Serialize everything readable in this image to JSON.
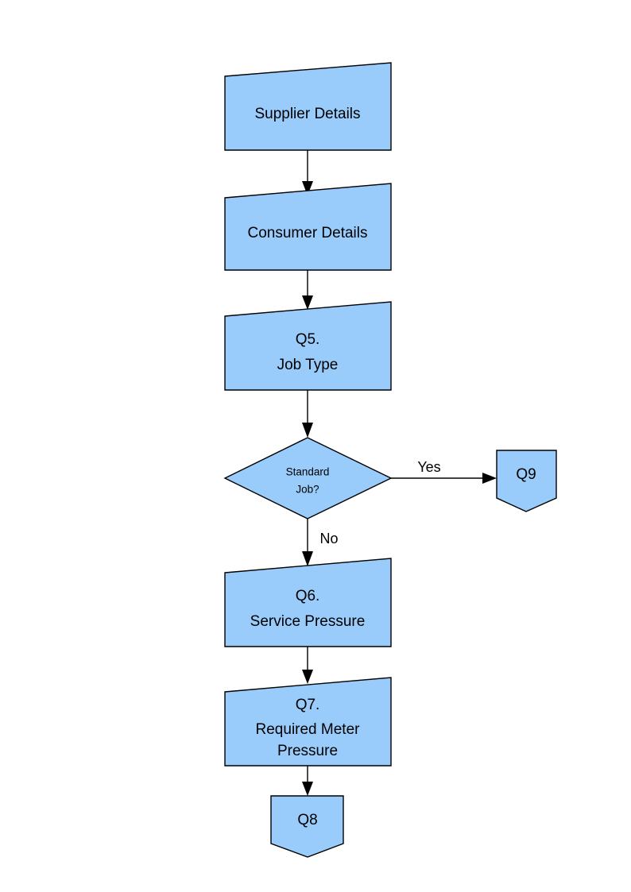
{
  "diagram": {
    "type": "flowchart",
    "title": "",
    "orientation": "vertical",
    "fill_color": "#99CCFB",
    "stroke_color": "#000000",
    "background_color": "#FFFFFF",
    "nodes": [
      {
        "id": "supplier-details",
        "shape": "manual-input",
        "lines": [
          "Supplier Details"
        ],
        "line1": "Supplier Details"
      },
      {
        "id": "consumer-details",
        "shape": "manual-input",
        "lines": [
          "Consumer Details"
        ],
        "line1": "Consumer Details"
      },
      {
        "id": "q5-job-type",
        "shape": "manual-input",
        "lines": [
          "Q5.",
          "Job Type"
        ],
        "line1": "Q5.",
        "line2": "Job Type"
      },
      {
        "id": "standard-job-decision",
        "shape": "decision-diamond",
        "lines": [
          "Standard",
          "Job?"
        ],
        "line1": "Standard",
        "line2": "Job?"
      },
      {
        "id": "q9-connector",
        "shape": "off-page-connector",
        "lines": [
          "Q9"
        ],
        "line1": "Q9"
      },
      {
        "id": "q6-service-pressure",
        "shape": "manual-input",
        "lines": [
          "Q6.",
          "Service Pressure"
        ],
        "line1": "Q6.",
        "line2": "Service Pressure"
      },
      {
        "id": "q7-required-meter-pressure",
        "shape": "manual-input",
        "lines": [
          "Q7.",
          "Required Meter",
          "Pressure"
        ],
        "line1": "Q7.",
        "line2": "Required Meter",
        "line3": "Pressure"
      },
      {
        "id": "q8-connector",
        "shape": "off-page-connector",
        "lines": [
          "Q8"
        ],
        "line1": "Q8"
      }
    ],
    "edges": [
      {
        "id": "e1",
        "from": "supplier-details",
        "to": "consumer-details",
        "label": ""
      },
      {
        "id": "e2",
        "from": "consumer-details",
        "to": "q5-job-type",
        "label": ""
      },
      {
        "id": "e3",
        "from": "q5-job-type",
        "to": "standard-job-decision",
        "label": ""
      },
      {
        "id": "e4",
        "from": "standard-job-decision",
        "to": "q9-connector",
        "label": "Yes"
      },
      {
        "id": "e5",
        "from": "standard-job-decision",
        "to": "q6-service-pressure",
        "label": "No"
      },
      {
        "id": "e6",
        "from": "q6-service-pressure",
        "to": "q7-required-meter-pressure",
        "label": ""
      },
      {
        "id": "e7",
        "from": "q7-required-meter-pressure",
        "to": "q8-connector",
        "label": ""
      }
    ],
    "edge_labels": {
      "yes": "Yes",
      "no": "No"
    }
  }
}
